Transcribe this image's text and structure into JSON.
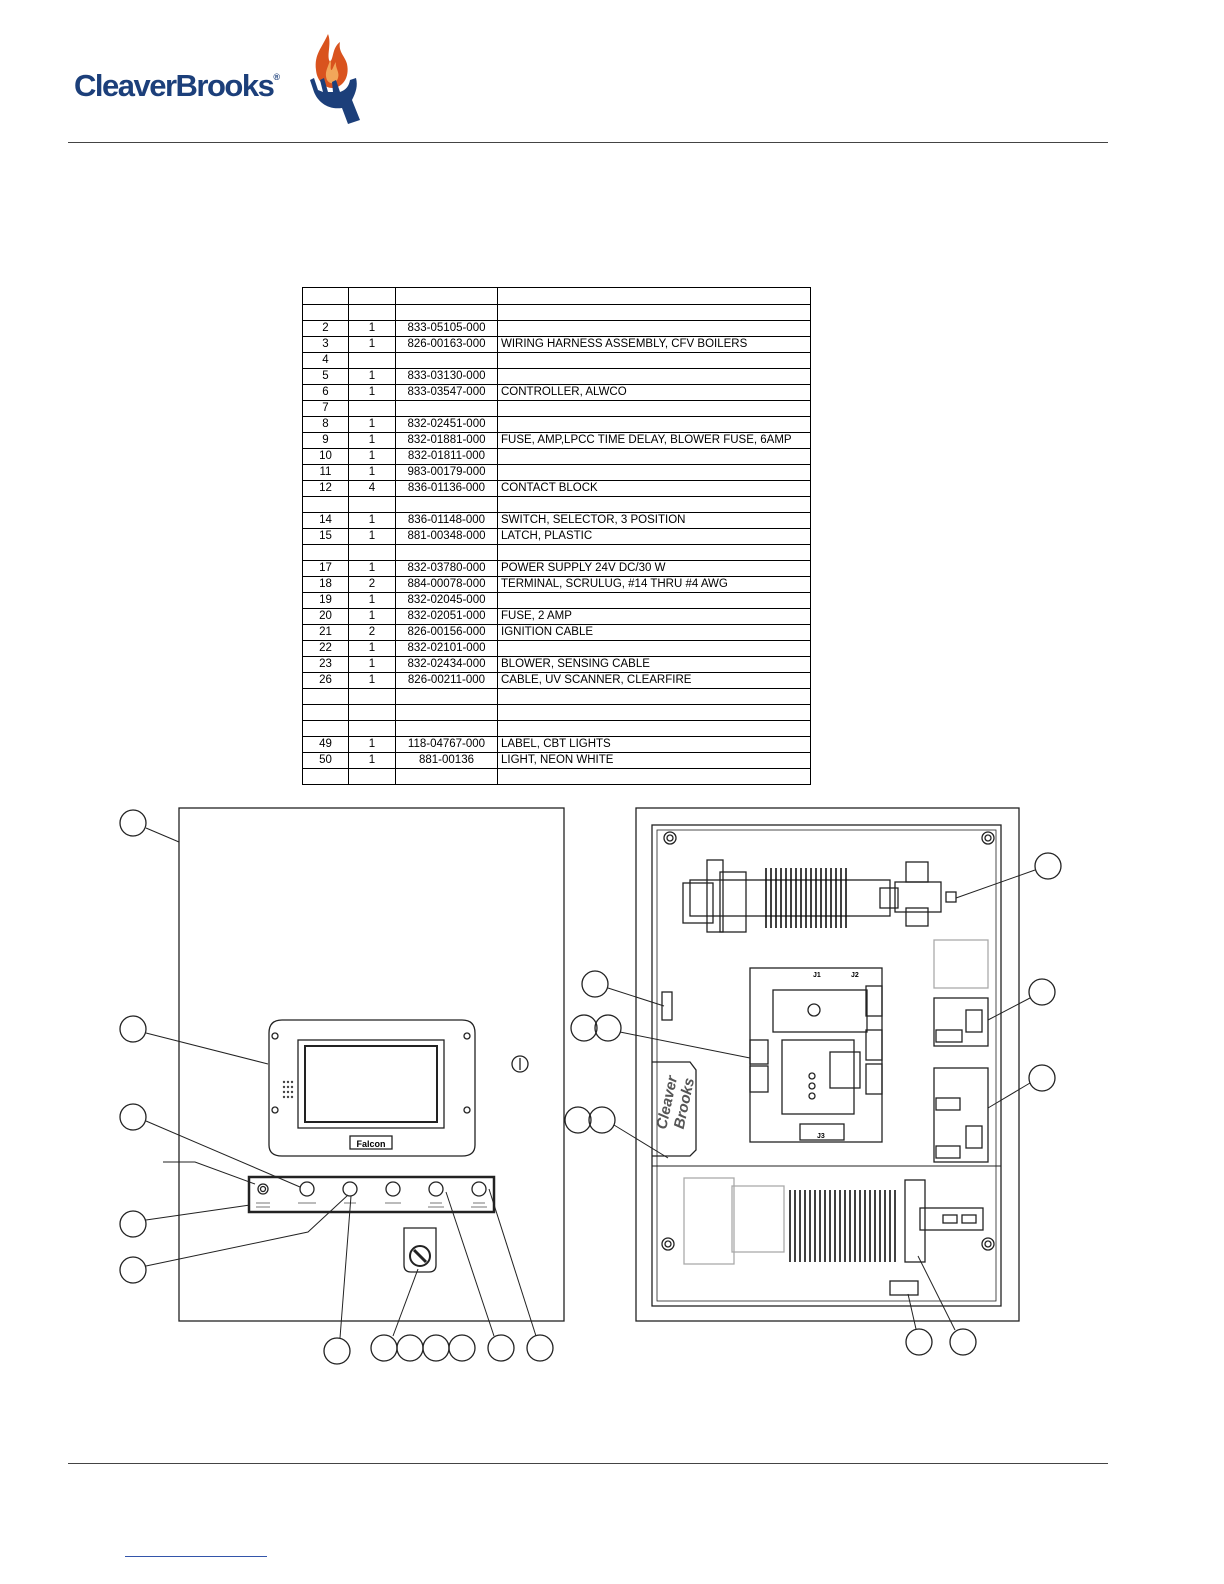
{
  "header": {
    "logo_text": "CleaverBrooks",
    "logo_mark": "®"
  },
  "parts_table": {
    "headers": [
      "",
      "",
      "",
      ""
    ],
    "rows": [
      {
        "item": "",
        "qty": "",
        "part": "",
        "desc": ""
      },
      {
        "item": "2",
        "qty": "1",
        "part": "833-05105-000",
        "desc": ""
      },
      {
        "item": "3",
        "qty": "1",
        "part": "826-00163-000",
        "desc": "WIRING HARNESS ASSEMBLY, CFV BOILERS"
      },
      {
        "item": "4",
        "qty": "",
        "part": "",
        "desc": ""
      },
      {
        "item": "5",
        "qty": "1",
        "part": "833-03130-000",
        "desc": ""
      },
      {
        "item": "6",
        "qty": "1",
        "part": "833-03547-000",
        "desc": "CONTROLLER, ALWCO"
      },
      {
        "item": "7",
        "qty": "",
        "part": "",
        "desc": ""
      },
      {
        "item": "8",
        "qty": "1",
        "part": "832-02451-000",
        "desc": ""
      },
      {
        "item": "9",
        "qty": "1",
        "part": "832-01881-000",
        "desc": "FUSE, AMP,LPCC TIME DELAY, BLOWER FUSE, 6AMP"
      },
      {
        "item": "10",
        "qty": "1",
        "part": "832-01811-000",
        "desc": ""
      },
      {
        "item": "11",
        "qty": "1",
        "part": "983-00179-000",
        "desc": ""
      },
      {
        "item": "12",
        "qty": "4",
        "part": "836-01136-000",
        "desc": "CONTACT BLOCK"
      },
      {
        "item": "",
        "qty": "",
        "part": "",
        "desc": ""
      },
      {
        "item": "14",
        "qty": "1",
        "part": "836-01148-000",
        "desc": "SWITCH, SELECTOR, 3 POSITION"
      },
      {
        "item": "15",
        "qty": "1",
        "part": "881-00348-000",
        "desc": "LATCH, PLASTIC"
      },
      {
        "item": "",
        "qty": "",
        "part": "",
        "desc": ""
      },
      {
        "item": "17",
        "qty": "1",
        "part": "832-03780-000",
        "desc": "POWER SUPPLY 24V DC/30 W"
      },
      {
        "item": "18",
        "qty": "2",
        "part": "884-00078-000",
        "desc": "TERMINAL, SCRULUG, #14 THRU #4 AWG"
      },
      {
        "item": "19",
        "qty": "1",
        "part": "832-02045-000",
        "desc": ""
      },
      {
        "item": "20",
        "qty": "1",
        "part": "832-02051-000",
        "desc": "FUSE, 2 AMP"
      },
      {
        "item": "21",
        "qty": "2",
        "part": "826-00156-000",
        "desc": "IGNITION CABLE"
      },
      {
        "item": "22",
        "qty": "1",
        "part": "832-02101-000",
        "desc": ""
      },
      {
        "item": "23",
        "qty": "1",
        "part": "832-02434-000",
        "desc": "BLOWER, SENSING CABLE"
      },
      {
        "item": "26",
        "qty": "1",
        "part": "826-00211-000",
        "desc": "CABLE, UV SCANNER, CLEARFIRE"
      },
      {
        "item": "",
        "qty": "",
        "part": "",
        "desc": ""
      },
      {
        "item": "",
        "qty": "",
        "part": "",
        "desc": ""
      },
      {
        "item": "",
        "qty": "",
        "part": "",
        "desc": ""
      },
      {
        "item": "49",
        "qty": "1",
        "part": "118-04767-000",
        "desc": "LABEL, CBT LIGHTS"
      },
      {
        "item": "50",
        "qty": "1",
        "part": "881-00136",
        "desc": "LIGHT, NEON WHITE"
      },
      {
        "item": "",
        "qty": "",
        "part": "",
        "desc": ""
      }
    ]
  },
  "drawing": {
    "hmi_label": "Falcon",
    "panel_brand_line1": "Cleaver",
    "panel_brand_line2": "Brooks",
    "board_labels": {
      "j1": "J1",
      "j2": "J2",
      "j3": "J3"
    }
  }
}
